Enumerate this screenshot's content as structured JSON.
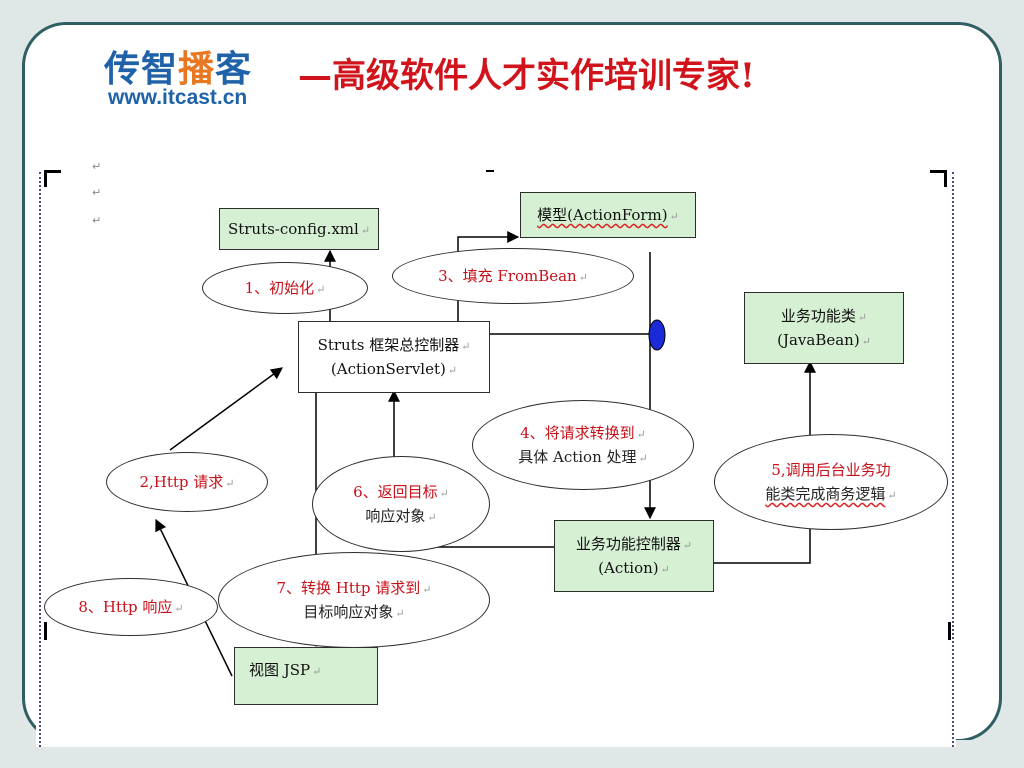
{
  "header": {
    "logo_chars": [
      "传智",
      "播",
      "客"
    ],
    "logo_url": "www.itcast.cn",
    "slogan": "—高级软件人才实作培训专家!"
  },
  "nodes": {
    "struts_config": "Struts-config.xml",
    "model_line1": "模型(ActionForm)",
    "controller_line1": "Struts 框架总控制器",
    "controller_line2": "(ActionServlet)",
    "bean_line1": "业务功能类",
    "bean_line2": "(JavaBean)",
    "action_line1": "业务功能控制器",
    "action_line2": "(Action)",
    "view_jsp": "视图 JSP"
  },
  "steps": {
    "s1": "1、初始化",
    "s2": "2,Http 请求",
    "s3": "3、填充 FromBean",
    "s4_line1": "4、将请求转换到",
    "s4_line2": "具体 Action 处理",
    "s5_line1": "5,调用后台业务功",
    "s5_line2": "能类完成商务逻辑",
    "s6_line1": "6、返回目标",
    "s6_line2": "响应对象",
    "s7_line1": "7、转换 Http 请求到",
    "s7_line2": "目标响应对象",
    "s8": "8、Http 响应"
  },
  "colors": {
    "box_fill": "#d6f0d4",
    "step_text": "#c8101a",
    "logo_blue": "#1f62a8",
    "logo_orange": "#e87722",
    "slogan_red": "#d1141b",
    "marker_blue": "#1a2ad6"
  }
}
